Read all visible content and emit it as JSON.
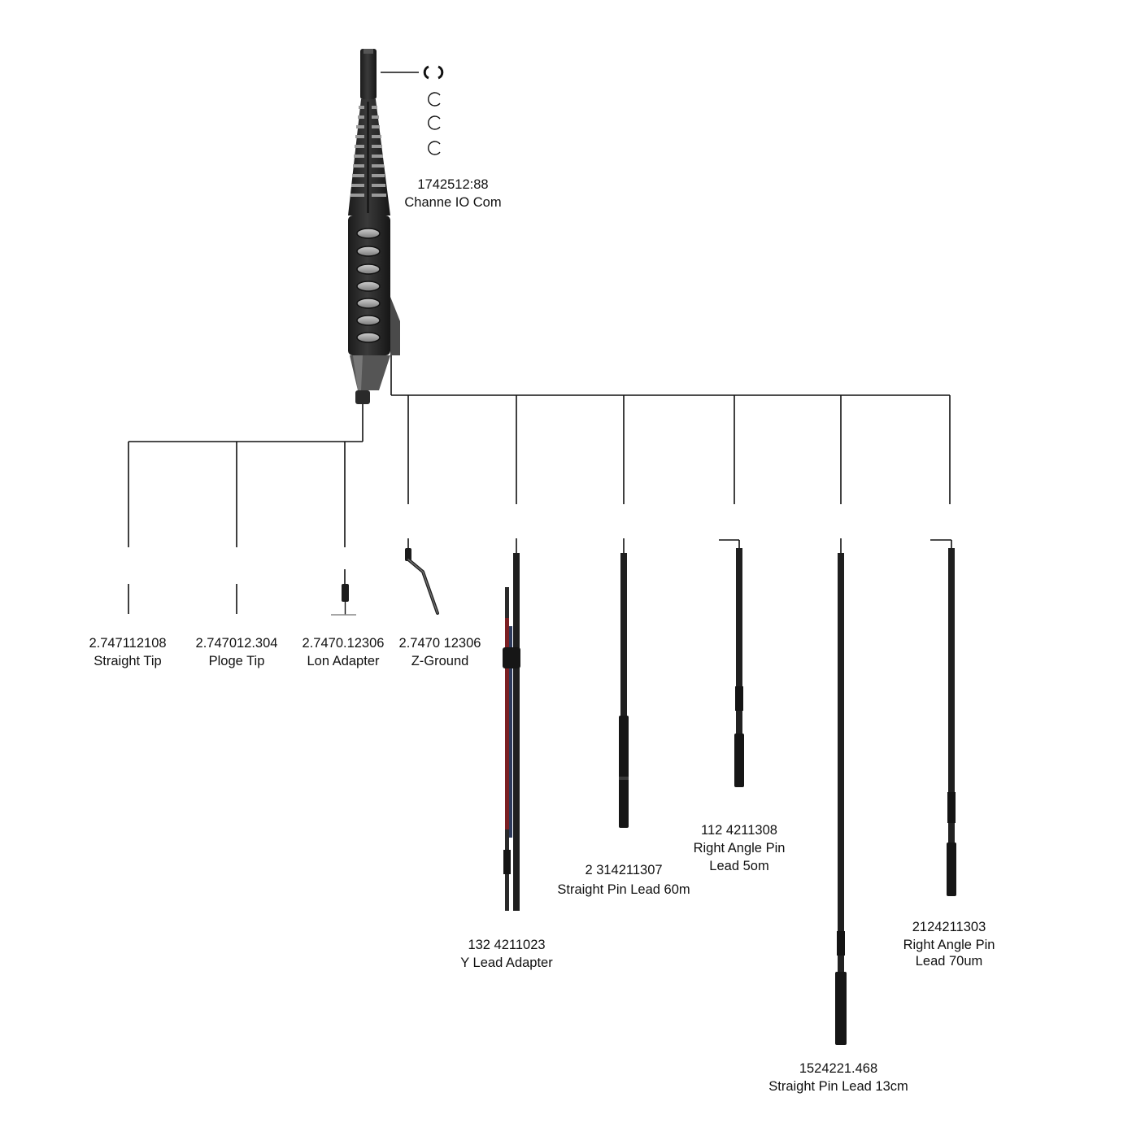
{
  "probe": {
    "part_number": "1742512:88",
    "name": "Channe IO Com"
  },
  "colors": {
    "line": "#111111",
    "probe_body": "#2a2a2a",
    "probe_dark": "#1a1a1a",
    "grip_slot": "#b5b5b5",
    "lead_red": "#7a1f23",
    "lead_blue": "#2d3a5c"
  },
  "accessories": [
    {
      "id": "straight-tip",
      "part_number": "2.747112108",
      "name": "Straight Tip"
    },
    {
      "id": "ploge-tip",
      "part_number": "2.747012.304",
      "name": "Ploge Tip"
    },
    {
      "id": "lon-adapter",
      "part_number": "2.7470.12306",
      "name": "Lon Adapter"
    },
    {
      "id": "z-ground",
      "part_number": "2.7470 12306",
      "name": "Z-Ground"
    },
    {
      "id": "y-lead-adapter",
      "part_number": "132 4211023",
      "name": "Y Lead Adapter"
    },
    {
      "id": "straight-pin-lead-60",
      "part_number": "2 314211307",
      "name": "Straight Pin Lead 60m"
    },
    {
      "id": "right-angle-pin-lead-5",
      "part_number": "112 4211308",
      "name_line1": "Right Angle Pin",
      "name_line2": "Lead 5om"
    },
    {
      "id": "straight-pin-lead-13",
      "part_number": "1524221.468",
      "name": "Straight Pin Lead 13cm"
    },
    {
      "id": "right-angle-pin-lead-70",
      "part_number": "2124211303",
      "name_line1": "Right Angle Pin",
      "name_line2": "Lead 70um"
    }
  ]
}
